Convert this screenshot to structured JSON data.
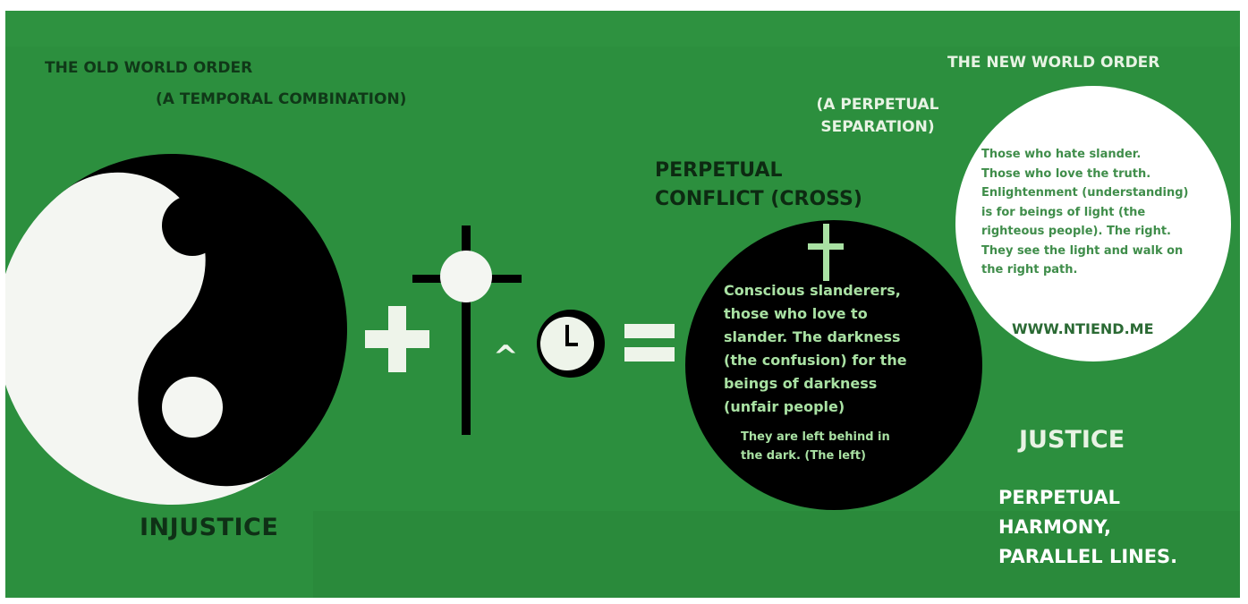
{
  "old_world": {
    "title": "THE OLD WORLD ORDER",
    "subtitle": "(A TEMPORAL COMBINATION)",
    "outcome": "INJUSTICE"
  },
  "separation": {
    "label_line1": "(A PERPETUAL",
    "label_line2": "SEPARATION)"
  },
  "conflict": {
    "label_line1": "PERPETUAL",
    "label_line2": "CONFLICT (CROSS)"
  },
  "darkness": {
    "lines": [
      "Conscious slanderers,",
      "those who love to",
      "slander. The darkness",
      "(the confusion) for the",
      "beings of darkness",
      "(unfair people)"
    ],
    "small_lines": [
      "They are left behind in",
      "the dark. (The left)"
    ]
  },
  "new_world": {
    "title": "THE NEW WORLD ORDER",
    "lines": [
      "Those who hate slander.",
      "Those who love the truth.",
      "Enlightenment (understanding)",
      "is for beings of light (the",
      "righteous people). The right.",
      "They see the light and walk on",
      "the right path."
    ],
    "website": "WWW.NTIEND.ME",
    "outcome": "JUSTICE",
    "harmony_line1": "PERPETUAL",
    "harmony_line2": "HARMONY,",
    "harmony_line3": "PARALLEL LINES."
  },
  "symbols": {
    "greater_than": "^"
  },
  "colors": {
    "background": "#2c8f3e",
    "dark_text": "#103818",
    "light_text": "#e8f3e4",
    "circle_text_light": "#a9e1a3",
    "circle_text_green": "#3f8d4a"
  }
}
